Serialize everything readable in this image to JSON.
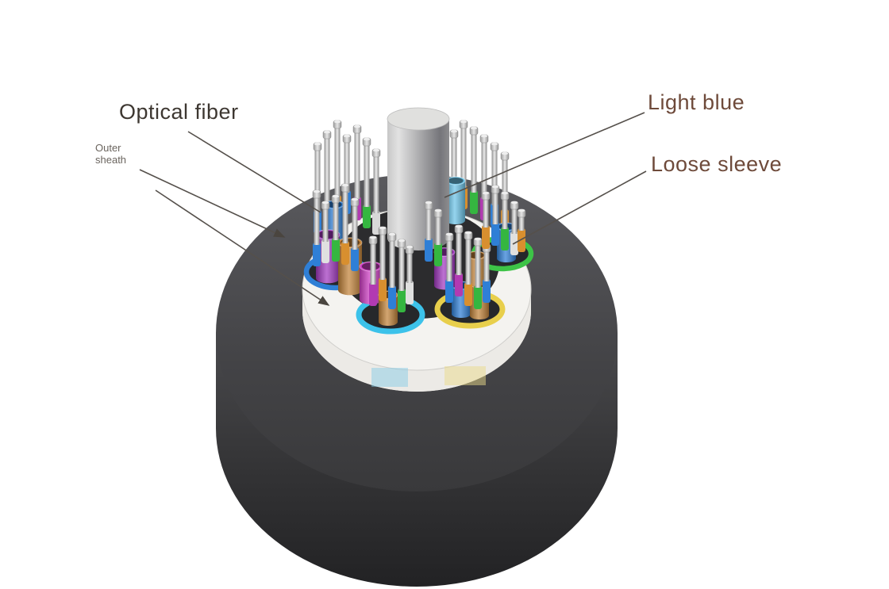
{
  "diagram": {
    "type": "fiber-optic-cable-cutaway-illustration",
    "labels": {
      "optical_fiber": "Optical fiber",
      "outer_sheath": "Outer sheath",
      "light_blue": "Light blue",
      "loose_sleeve": "Loose sleeve"
    },
    "colors": {
      "label_dark": "#3d3731",
      "label_brown": "#6e4a3a",
      "label_gray": "#6a645e",
      "outer_sheath_dark": "#3a3a3d",
      "inner_wrap_white": "#f4f3f0",
      "central_member_gray": "#b9b9bb",
      "tube_blue": "#2f7fd6",
      "tube_light_blue": "#6cc4e8",
      "tube_cyan": "#3cc2ea",
      "tube_yellow": "#e8cf4c",
      "tube_green": "#3dc447",
      "tube_purple": "#a239c0",
      "tube_magenta": "#cf3ec4",
      "tube_orange": "#c2833a",
      "fiber_silver": "#c9c9c9"
    }
  }
}
